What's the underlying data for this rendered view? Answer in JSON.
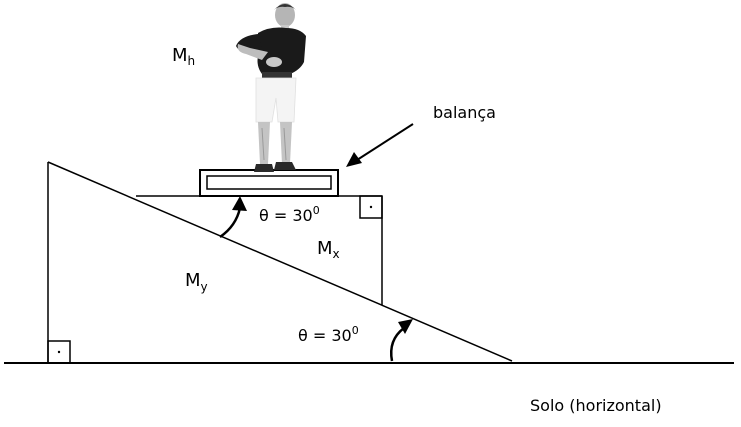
{
  "labels": {
    "man_mass": "M",
    "man_mass_sub": "h",
    "scale": "balança",
    "block_top_mass": "M",
    "block_top_mass_sub": "x",
    "wedge_mass": "M",
    "wedge_mass_sub": "y",
    "angle_top": "θ = 30",
    "angle_top_sup": "0",
    "angle_bottom": "θ = 30",
    "angle_bottom_sup": "0",
    "ground": "Solo (horizontal)"
  },
  "colors": {
    "stroke": "#000000",
    "background": "#ffffff",
    "shirt": "#1a1a1a",
    "skin": "#c9c9c9",
    "shorts": "#f4f4f4"
  }
}
